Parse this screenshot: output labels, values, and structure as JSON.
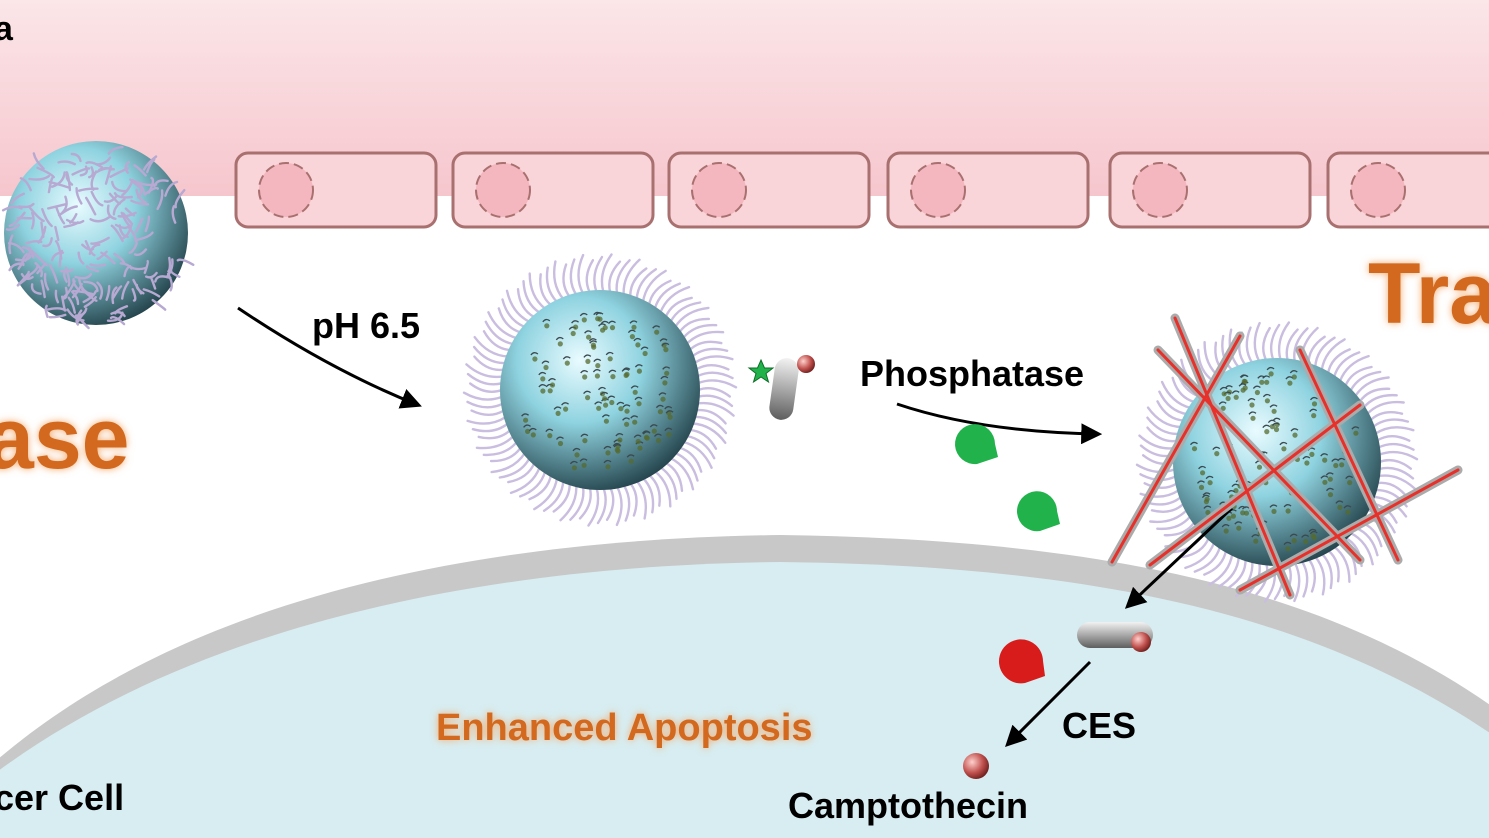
{
  "labels": {
    "panel_letter": "a",
    "left_big": "ase",
    "right_big": "Tra",
    "ph": "pH 6.5",
    "phosphatase": "Phosphatase",
    "ces": "CES",
    "apoptosis": "Enhanced Apoptosis",
    "cell": "cer Cell",
    "drug": "Camptothecin"
  },
  "colors": {
    "vessel": "#f6ccd2",
    "vessel_cell_fill": "#f9d4d8",
    "vessel_cell_border": "#a8706f",
    "membrane": "#c8c8c8",
    "cytoplasm": "#d7edf1",
    "sphere": "#8fd3e0",
    "corona": "#c9bde0",
    "enzyme_green": "#22b24c",
    "enzyme_red": "#d81b1b",
    "drug_red": "#c0504d",
    "orange_text": "#d2691e",
    "red_cross": "#e8302a"
  },
  "icons": {
    "enzyme": "pacman-enzyme-icon",
    "prodrug": "prodrug-capsule-icon",
    "phosphate": "star-phosphate-icon"
  }
}
